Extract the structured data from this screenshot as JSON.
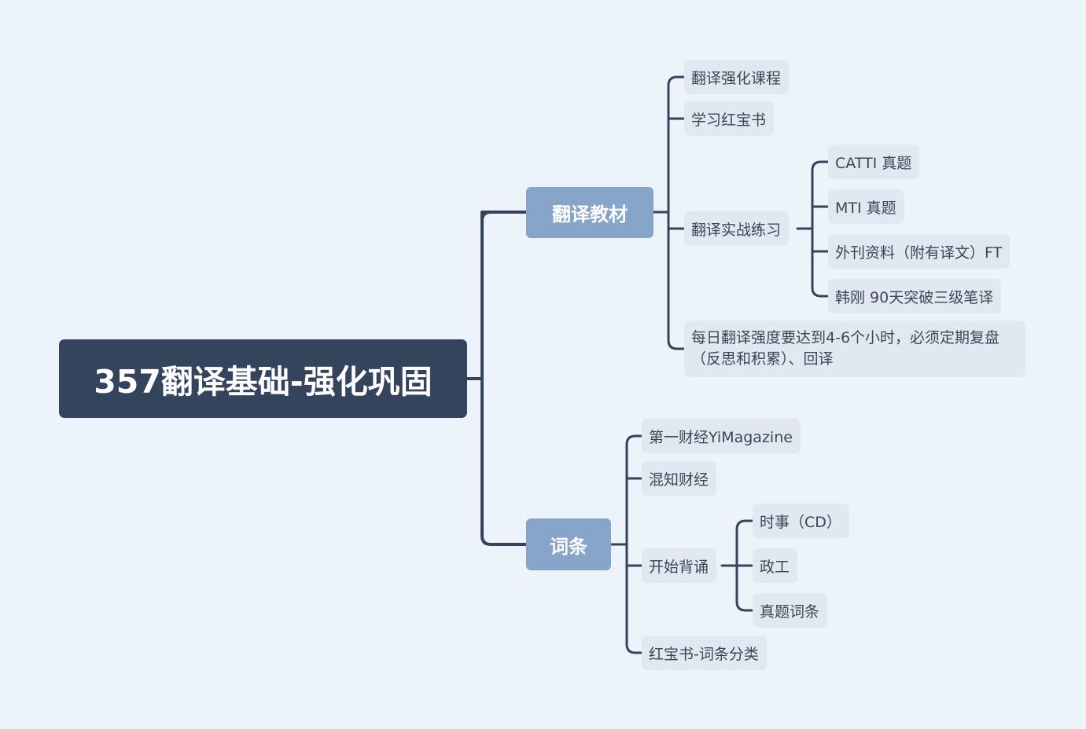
{
  "root": {
    "label": "357翻译基础-强化巩固"
  },
  "branches": [
    {
      "label": "翻译教材",
      "children": [
        {
          "label": "翻译强化课程"
        },
        {
          "label": "学习红宝书"
        },
        {
          "label": "翻译实战练习",
          "children": [
            {
              "label": "CATTI 真题"
            },
            {
              "label": "MTI 真题"
            },
            {
              "label": "外刊资料（附有译文）FT"
            },
            {
              "label": "韩刚 90天突破三级笔译"
            }
          ]
        },
        {
          "label": "每日翻译强度要达到4-6个小时，必须定期复盘（反思和积累）、回译"
        }
      ]
    },
    {
      "label": "词条",
      "children": [
        {
          "label": "第一财经YiMagazine"
        },
        {
          "label": "混知财经"
        },
        {
          "label": "开始背诵",
          "children": [
            {
              "label": "时事（CD）"
            },
            {
              "label": "政工"
            },
            {
              "label": "真题词条"
            }
          ]
        },
        {
          "label": "红宝书-词条分类"
        }
      ]
    }
  ],
  "colors": {
    "background": "#edf3fa",
    "root_fill": "#34445c",
    "branch_fill": "#87a4c9",
    "leaf_fill": "#e1e8f1",
    "connector": "#34445c"
  }
}
